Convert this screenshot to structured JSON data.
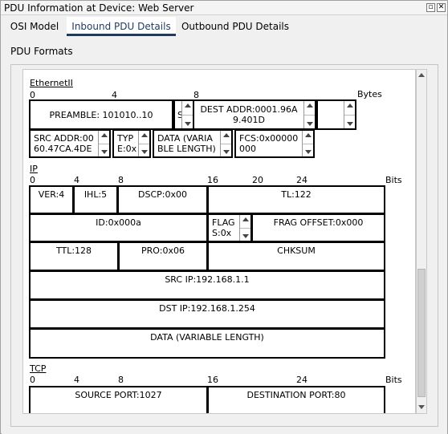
{
  "window": {
    "title": "PDU Information at Device: Web Server"
  },
  "tabs": [
    {
      "label": "OSI Model"
    },
    {
      "label": "Inbound PDU Details"
    },
    {
      "label": "Outbound PDU Details"
    }
  ],
  "panel": {
    "label": "PDU Formats"
  },
  "ethernet": {
    "title": "EthernetII",
    "ticks": [
      "0",
      "4",
      "8"
    ],
    "units": "Bytes",
    "preamble": "PREAMBLE: 101010..10",
    "sfd": "S",
    "dest_addr": "DEST ADDR:0001.96A\n9.401D",
    "src_addr": "SRC ADDR:00\n60.47CA.4DE",
    "type": "TYP\nE:0x",
    "data": "DATA (VARIA\nBLE LENGTH)",
    "fcs": "FCS:0x00000\n000"
  },
  "ip": {
    "title": "IP",
    "ticks": [
      "0",
      "4",
      "8",
      "16",
      "20",
      "24"
    ],
    "units": "Bits",
    "ver": "VER:4",
    "ihl": "IHL:5",
    "dscp": "DSCP:0x00",
    "tl": "TL:122",
    "id": "ID:0x000a",
    "flag": "FLAG\nS:0x",
    "frag": "FRAG OFFSET:0x000",
    "ttl": "TTL:128",
    "pro": "PRO:0x06",
    "chksum": "CHKSUM",
    "src_ip": "SRC IP:192.168.1.1",
    "dst_ip": "DST IP:192.168.1.254",
    "data": "DATA (VARIABLE LENGTH)"
  },
  "tcp": {
    "title": "TCP",
    "ticks": [
      "0",
      "4",
      "8",
      "16",
      "24"
    ],
    "units": "Bits",
    "src_port": "SOURCE PORT:1027",
    "dst_port": "DESTINATION PORT:80"
  },
  "icons": {
    "restore": "restore-icon",
    "close": "close-icon"
  }
}
